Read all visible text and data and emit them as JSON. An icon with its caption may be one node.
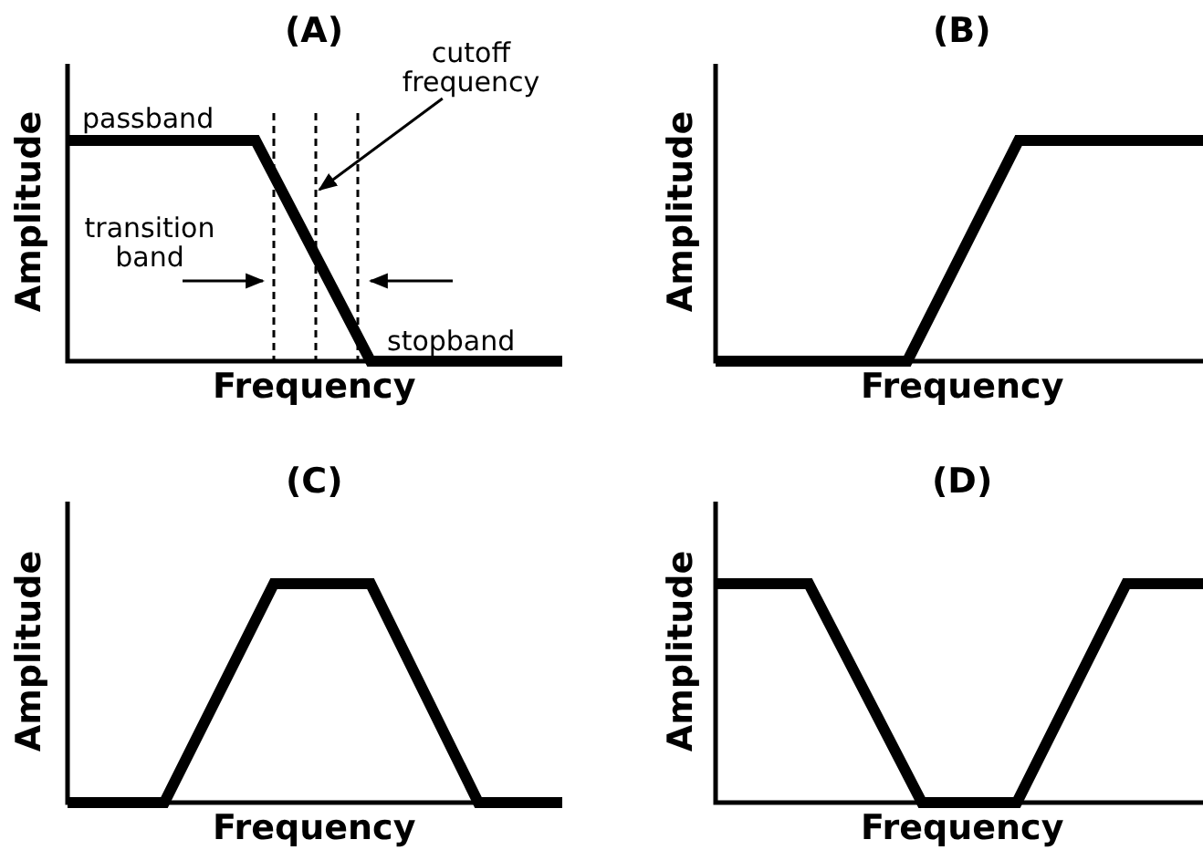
{
  "diagram": {
    "nodes": [
      {
        "text": [
          "cutoff frequency"
        ]
      },
      {
        "text": [],
        "shape": "line"
      }
    ],
    "edges": [
      {
        "from": 0,
        "to": 1,
        "arrow": "to"
      }
    ],
    "labels": [
      "(A)",
      "(B)",
      "passband",
      "transition band",
      "stopband",
      "Amplitude",
      "Frequency",
      "Amplitude",
      "Frequency",
      "(C)",
      "(D)",
      "Amplitude",
      "Frequency",
      "Amplitude",
      "Frequency"
    ]
  }
}
